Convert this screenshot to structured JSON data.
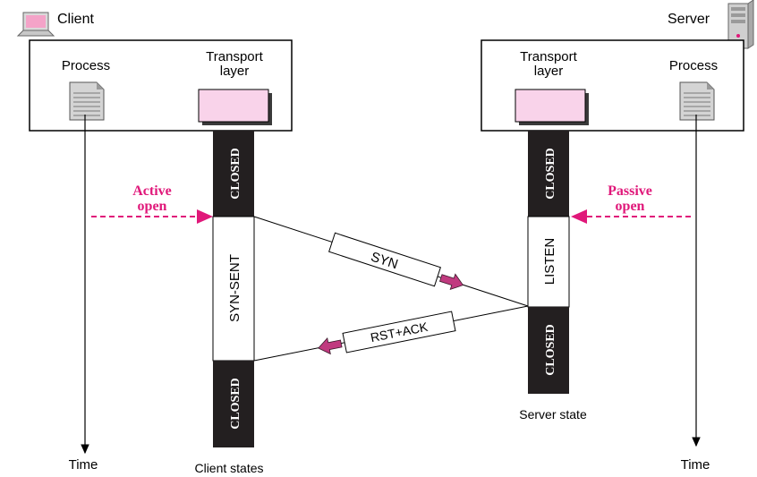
{
  "client": {
    "title": "Client",
    "process_label": "Process",
    "transport_label_line1": "Transport",
    "transport_label_line2": "layer",
    "time_label": "Time",
    "states_caption": "Client states",
    "open_line1": "Active",
    "open_line2": "open"
  },
  "server": {
    "title": "Server",
    "process_label": "Process",
    "transport_label_line1": "Transport",
    "transport_label_line2": "layer",
    "time_label": "Time",
    "state_caption": "Server state",
    "open_line1": "Passive",
    "open_line2": "open"
  },
  "client_states": [
    "CLOSED",
    "SYN-SENT",
    "CLOSED"
  ],
  "server_states": [
    "CLOSED",
    "LISTEN",
    "CLOSED"
  ],
  "segments": {
    "syn": "SYN",
    "rst_ack": "RST+ACK"
  },
  "colors": {
    "accent_magenta": "#e0187a",
    "state_dark": "#231f20",
    "transport_fill": "#f9d3ea",
    "segment_arrow": "#c03a7f",
    "document_icon": "document-icon",
    "laptop_icon": "laptop-icon",
    "server_icon": "server-tower-icon"
  }
}
